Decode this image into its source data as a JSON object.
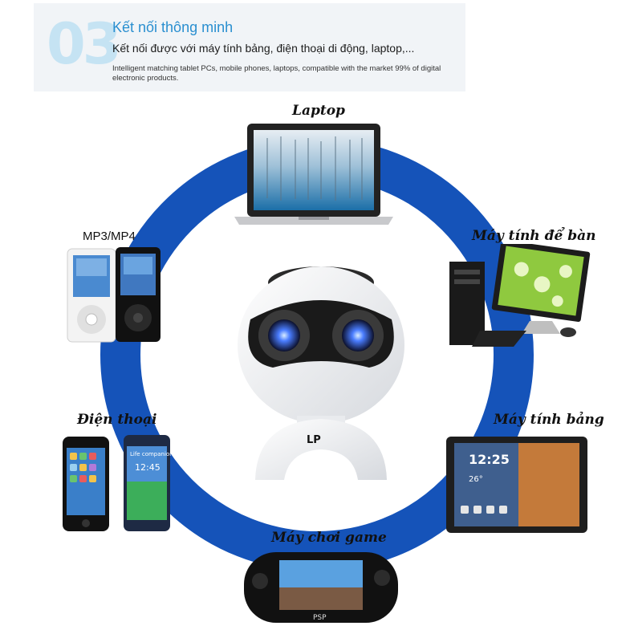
{
  "header": {
    "number": "03",
    "title": "Kết nối thông minh",
    "subtitle": "Kết nối được với máy tính bảng, điện thoại di động, laptop,...",
    "description": "Intelligent matching tablet PCs, mobile phones, laptops, compatible with the market 99% of digital electronic products."
  },
  "devices": {
    "laptop": "Laptop",
    "desktop": "Máy tính để bàn",
    "tablet": "Máy tính bảng",
    "game": "Máy chơi game",
    "phone": "Điện thoại",
    "mp3": "MP3/MP4"
  },
  "product": {
    "brand": "LP"
  },
  "screen_text": {
    "tablet_time": "12:25",
    "tablet_temp": "26°",
    "phone_caption": "Life companion",
    "phone_time": "12:45",
    "psp_brand": "PSP"
  },
  "colors": {
    "ring": "#1553b9",
    "accent": "#2a8fd0"
  }
}
